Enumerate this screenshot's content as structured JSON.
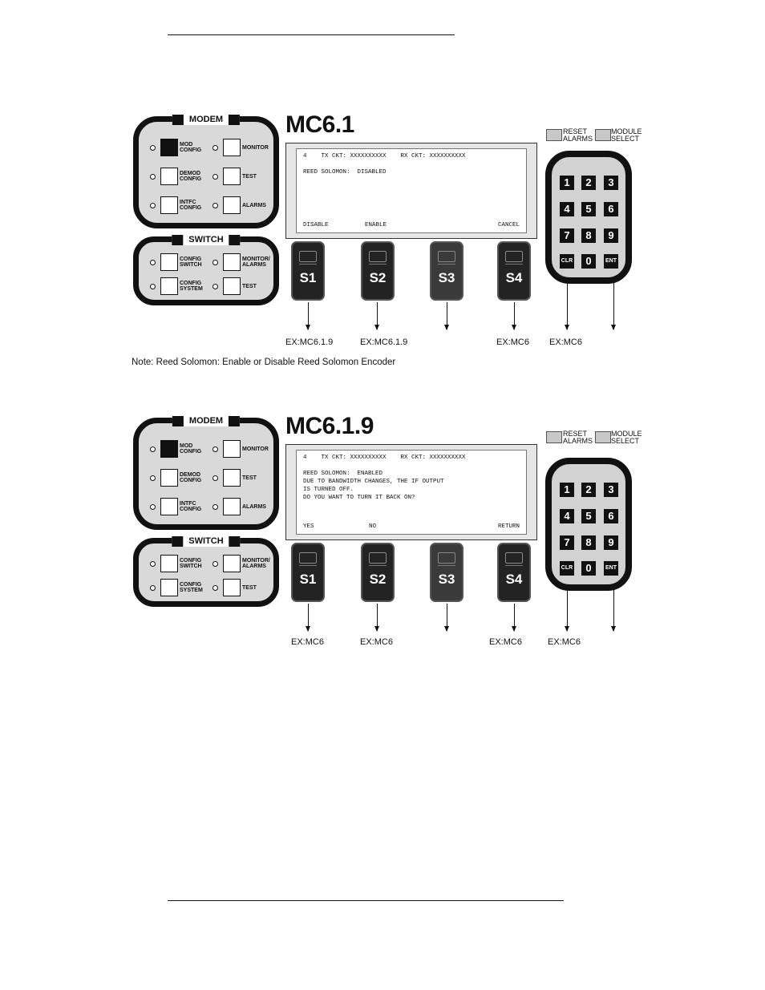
{
  "figures": [
    {
      "title": "MC6.1",
      "lcd_lines": [
        "4    TX CKT: XXXXXXXXXX    RX CKT: XXXXXXXXXX",
        "",
        "REED SOLOMON:  DISABLED",
        "",
        ""
      ],
      "softkey_labels": [
        "DISABLE",
        "ENABLE",
        "",
        "CANCEL"
      ],
      "ex_labels": [
        "EX:MC6.1.9",
        "EX:MC6.1.9",
        "",
        "EX:MC6",
        "EX:MC6"
      ]
    },
    {
      "title": "MC6.1.9",
      "lcd_lines": [
        "4    TX CKT: XXXXXXXXXX    RX CKT: XXXXXXXXXX",
        "",
        "REED SOLOMON:  ENABLED",
        "DUE TO BANDWIDTH CHANGES, THE IF OUTPUT",
        "IS TURNED OFF.",
        "DO YOU WANT TO TURN IT BACK ON?"
      ],
      "softkey_labels": [
        "YES",
        "NO",
        "",
        "RETURN"
      ],
      "ex_labels": [
        "EX:MC6",
        "EX:MC6",
        "",
        "EX:MC6",
        "EX:MC6"
      ]
    }
  ],
  "note": "Note:  Reed Solomon: Enable or Disable Reed Solomon Encoder",
  "modem_panel": {
    "heading": "MODEM",
    "buttons": [
      "MOD\nCONFIG",
      "MONITOR",
      "DEMOD\nCONFIG",
      "TEST",
      "INTFC\nCONFIG",
      "ALARMS"
    ]
  },
  "switch_panel": {
    "heading": "SWITCH",
    "buttons": [
      "CONFIG\nSWITCH",
      "MONITOR/\nALARMS",
      "CONFIG\nSYSTEM",
      "TEST"
    ]
  },
  "soft_keys": [
    "S1",
    "S2",
    "S3",
    "S4"
  ],
  "reset_label": "RESET\nALARMS",
  "module_label": "MODULE\nSELECT",
  "keypad_keys": [
    "1",
    "2",
    "3",
    "4",
    "5",
    "6",
    "7",
    "8",
    "9",
    "CLR",
    "0",
    "ENT"
  ]
}
